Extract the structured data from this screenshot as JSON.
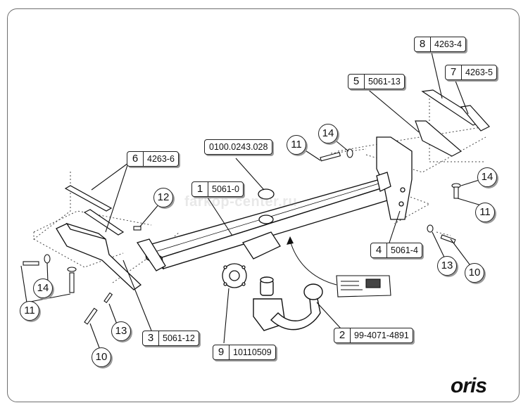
{
  "watermark": "farkop-center.ru",
  "brand": {
    "logo_text": "oris"
  },
  "parts": [
    {
      "num": "1",
      "code": "5061-0"
    },
    {
      "num": "2",
      "code": "99-4071-4891"
    },
    {
      "num": "3",
      "code": "5061-12"
    },
    {
      "num": "4",
      "code": "5061-4"
    },
    {
      "num": "5",
      "code": "5061-13"
    },
    {
      "num": "6",
      "code": "4263-6"
    },
    {
      "num": "7",
      "code": "4263-5"
    },
    {
      "num": "8",
      "code": "4263-4"
    },
    {
      "num": "9",
      "code": "10110509"
    }
  ],
  "plain_code": "0100.0243.028",
  "callouts": {
    "c10a": "10",
    "c10b": "10",
    "c11a": "11",
    "c11b": "11",
    "c11c": "11",
    "c12": "12",
    "c13a": "13",
    "c13b": "13",
    "c14a": "14",
    "c14b": "14",
    "c14c": "14"
  }
}
